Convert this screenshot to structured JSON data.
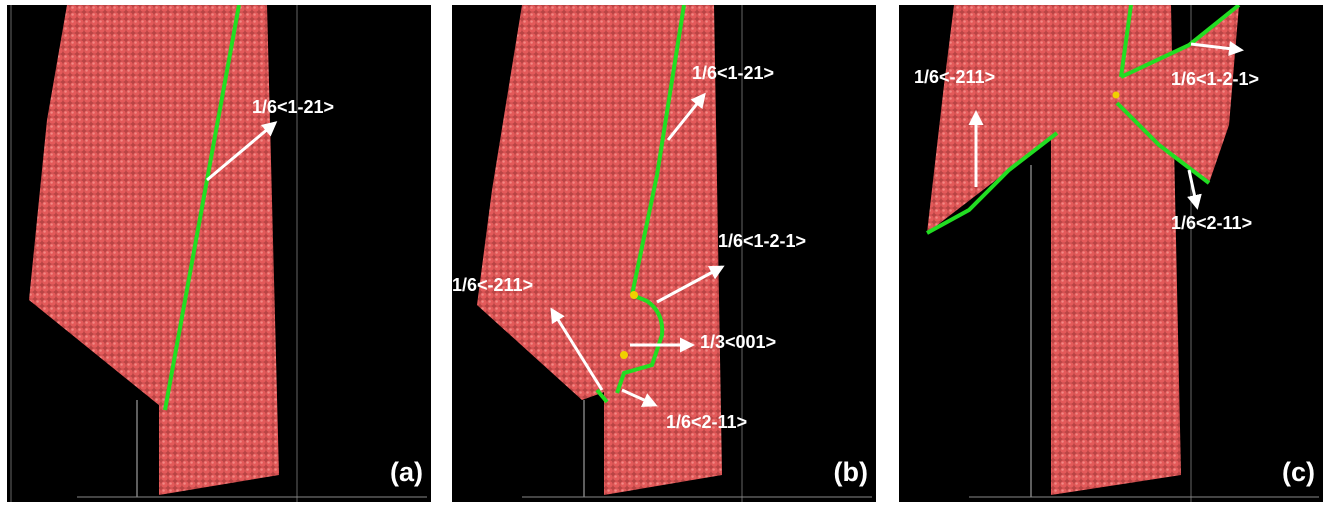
{
  "colors": {
    "background": "#000000",
    "atom": "#e45a5a",
    "atom_highlight": "#f28a86",
    "dislocation": "#22dd22",
    "stacking_fault_marker": "#f0d000",
    "arrow": "#ffffff"
  },
  "icons": [
    "atom-sphere",
    "arrow-vector"
  ],
  "panels": [
    {
      "tag": "(a)",
      "vectors": [
        "1/6<1-21>"
      ]
    },
    {
      "tag": "(b)",
      "vectors": [
        "1/6<1-21>",
        "1/6<1-2-1>",
        "1/6<-211>",
        "1/3<001>",
        "1/6<2-11>"
      ]
    },
    {
      "tag": "(c)",
      "vectors": [
        "1/6<-211>",
        "1/6<1-2-1>",
        "1/6<2-11>"
      ]
    }
  ]
}
